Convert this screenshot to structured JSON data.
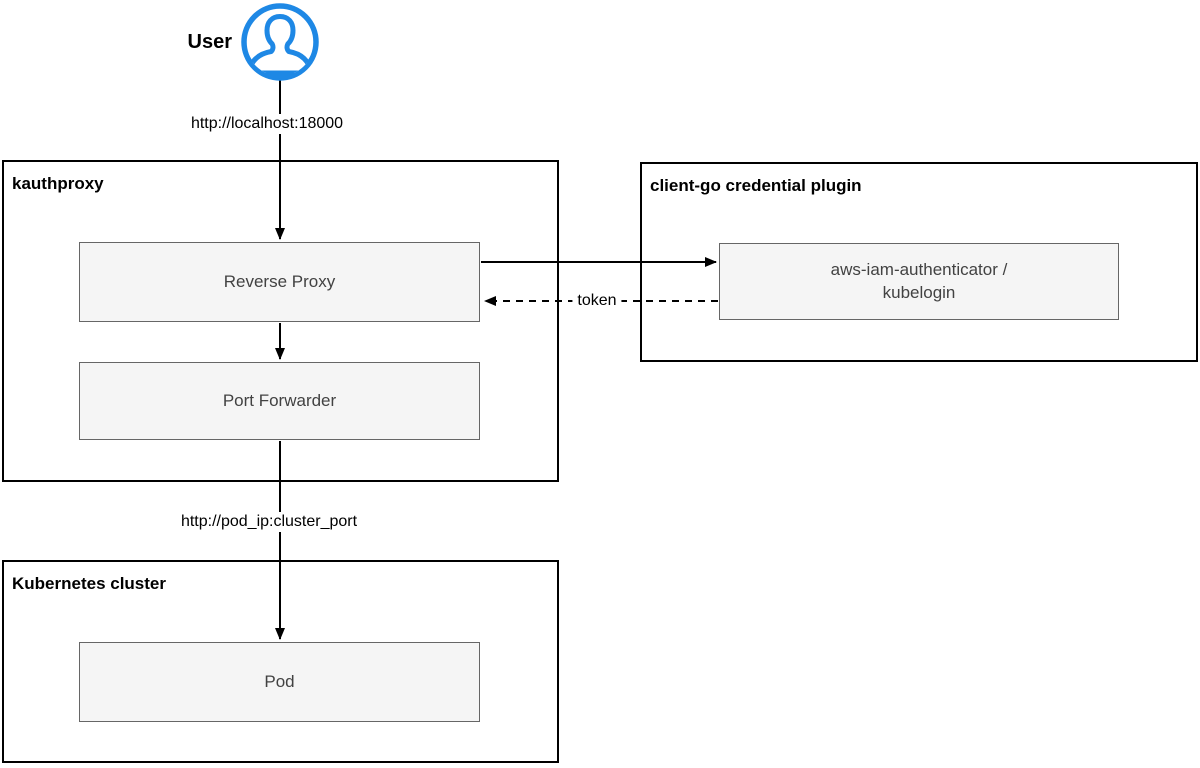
{
  "user": {
    "label": "User",
    "icon": "user-icon"
  },
  "groups": {
    "kauthproxy": {
      "title": "kauthproxy"
    },
    "client_go": {
      "title": "client-go credential plugin"
    },
    "kubernetes": {
      "title": "Kubernetes cluster"
    }
  },
  "nodes": {
    "reverse_proxy": {
      "label": "Reverse Proxy"
    },
    "port_forwarder": {
      "label": "Port Forwarder"
    },
    "aws_iam": {
      "line1": "aws-iam-authenticator /",
      "line2": "kubelogin"
    },
    "pod": {
      "label": "Pod"
    }
  },
  "edges": [
    {
      "from": "user",
      "to": "reverse_proxy",
      "label": "http://localhost:18000",
      "style": "solid-arrow"
    },
    {
      "from": "reverse_proxy",
      "to": "port_forwarder",
      "label": "",
      "style": "solid-arrow"
    },
    {
      "from": "reverse_proxy",
      "to": "aws_iam",
      "label": "",
      "style": "solid-arrow"
    },
    {
      "from": "aws_iam",
      "to": "reverse_proxy",
      "label": "token",
      "style": "dashed-arrow"
    },
    {
      "from": "port_forwarder",
      "to": "pod",
      "label": "http://pod_ip:cluster_port",
      "style": "solid-arrow"
    }
  ],
  "colors": {
    "user_icon": "#1e88e5",
    "node_fill": "#f5f5f5",
    "node_border": "#666666",
    "node_text": "#424242",
    "group_border": "#000000",
    "connector": "#000000",
    "background": "#ffffff"
  }
}
